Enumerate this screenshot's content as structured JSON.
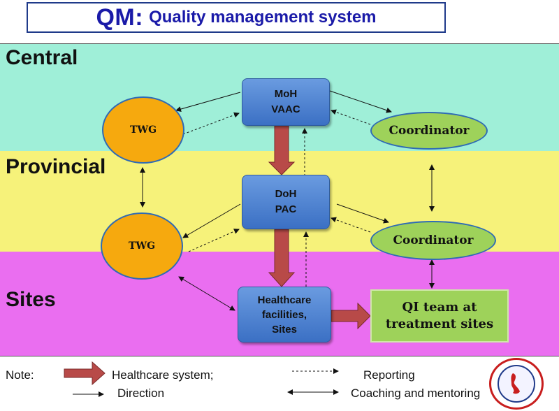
{
  "title": {
    "main": "QM:",
    "sub": "Quality management system"
  },
  "bands": {
    "central": "Central",
    "provincial": "Provincial",
    "sites": "Sites"
  },
  "nodes": {
    "moh_line1": "MoH",
    "moh_line2": "VAAC",
    "doh_line1": "DoH",
    "doh_line2": "PAC",
    "hc_line1": "Healthcare",
    "hc_line2": "facilities,",
    "hc_line3": "Sites",
    "twg_central": "TWG",
    "twg_provincial": "TWG",
    "coord_central": "Coordinator",
    "coord_provincial": "Coordinator",
    "qi_line1": "QI team at",
    "qi_line2": "treatment sites"
  },
  "legend": {
    "note": "Note:",
    "healthcare": "Healthcare system;",
    "direction": "Direction",
    "reporting": "Reporting",
    "coaching": "Coaching and mentoring"
  },
  "colors": {
    "central_band": "#9fefd8",
    "provincial_band": "#f6f27a",
    "sites_band": "#ea6ef0",
    "blue_node": "#4a80cf",
    "orange_node": "#f6a90e",
    "green_node": "#9ed25a",
    "big_arrow": "#b84a48",
    "title": "#1a1aa8"
  }
}
